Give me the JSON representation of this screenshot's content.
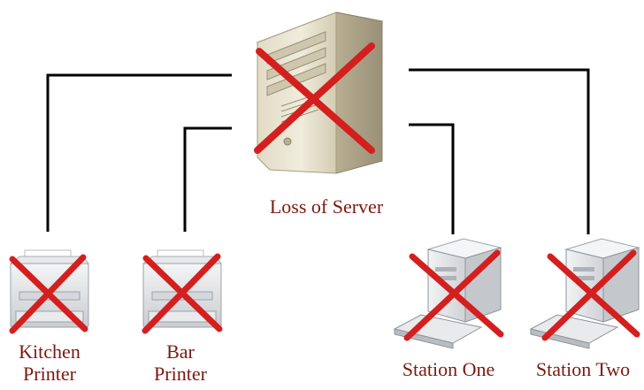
{
  "diagram": {
    "colors": {
      "line": "#000000",
      "cross": "#d41f1f",
      "label": "#7a1a10"
    },
    "nodes": {
      "server": {
        "label": "Loss of Server",
        "icon": "server-tower-icon",
        "status": "failed"
      },
      "kitchen_printer": {
        "label_line1": "Kitchen",
        "label_line2": "Printer",
        "icon": "printer-icon",
        "status": "failed"
      },
      "bar_printer": {
        "label_line1": "Bar",
        "label_line2": "Printer",
        "icon": "printer-icon",
        "status": "failed"
      },
      "station_one": {
        "label": "Station One",
        "icon": "workstation-icon",
        "status": "failed"
      },
      "station_two": {
        "label": "Station Two",
        "icon": "workstation-icon",
        "status": "failed"
      }
    },
    "failure_mark_icon": "red-x-cross-icon"
  }
}
